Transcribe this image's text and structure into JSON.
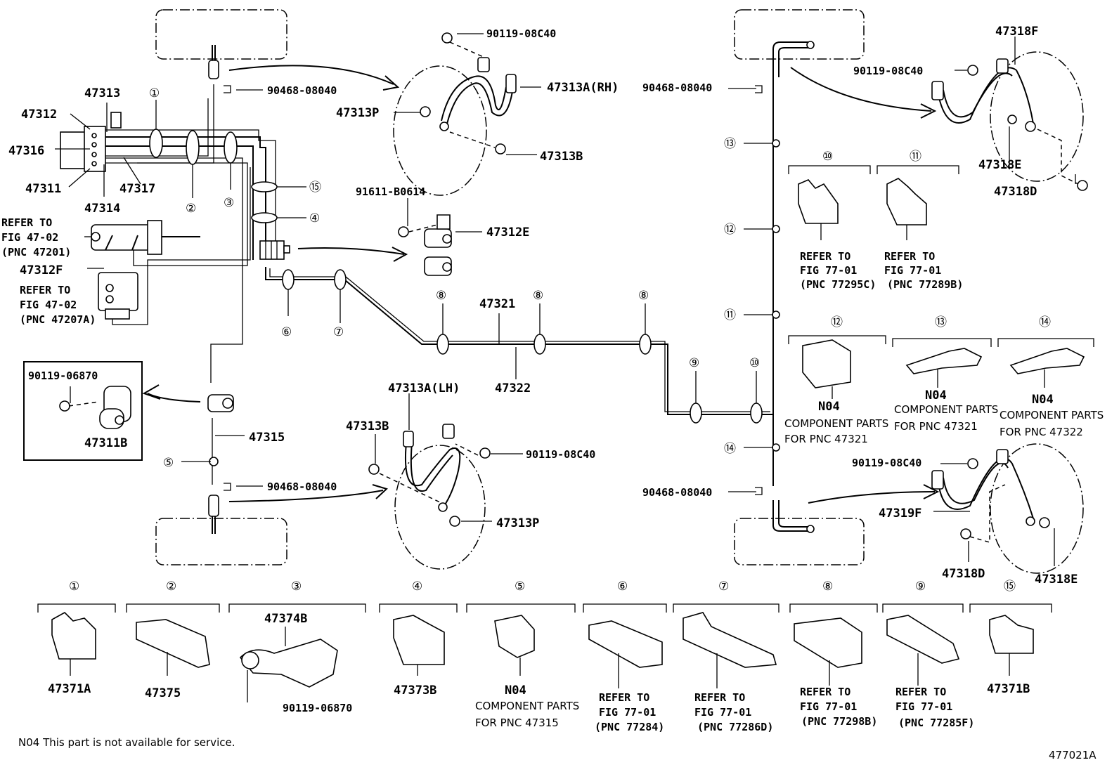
{
  "labels": {
    "p47313": "47313",
    "p47312": "47312",
    "p47316": "47316",
    "p47311": "47311",
    "p47317": "47317",
    "p47314": "47314",
    "refer_fig_47_02_a_l1": "REFER TO",
    "refer_fig_47_02_a_l2": "FIG 47-02",
    "refer_fig_47_02_a_l3": "(PNC 47201)",
    "p47312F": "47312F",
    "refer_fig_47_02_b_l1": "REFER TO",
    "refer_fig_47_02_b_l2": "FIG 47-02",
    "refer_fig_47_02_b_l3": "(PNC 47207A)",
    "box_bolt": "90119-06870",
    "p47311B": "47311B",
    "p47315": "47315",
    "clip_lower_left": "90468-08040",
    "clip_upper_left": "90468-08040",
    "rh_bolt": "90119-08C40",
    "p47313A_RH": "47313A(RH)",
    "p47313P_top": "47313P",
    "p47313B_top": "47313B",
    "bolt_91611": "91611-B0614",
    "p47312E": "47312E",
    "p47321": "47321",
    "p47322": "47322",
    "p47313A_LH": "47313A(LH)",
    "p47313B_bot": "47313B",
    "lh_bolt": "90119-08C40",
    "p47313P_bot": "47313P",
    "clip_upper_right": "90468-08040",
    "clip_lower_right": "90468-08040",
    "p47318F": "47318F",
    "rr_bolt_top": "90119-08C40",
    "p47318E_top": "47318E",
    "p47318D_top": "47318D",
    "rr_bolt_bot": "90119-08C40",
    "p47319F": "47319F",
    "p47318D_bot": "47318D",
    "p47318E_bot": "47318E",
    "ref10_l1": "REFER TO",
    "ref10_l2": "FIG 77-01",
    "ref10_l3": "(PNC 77295C)",
    "ref11_l1": "REFER TO",
    "ref11_l2": "FIG 77-01",
    "ref11_l3": "(PNC 77289B)",
    "n04_12": "N04",
    "comp12_l1": "COMPONENT PARTS",
    "comp12_l2": "FOR PNC 47321",
    "n04_13": "N04",
    "comp13_l1": "COMPONENT PARTS",
    "comp13_l2": "FOR PNC 47321",
    "n04_14": "N04",
    "comp14_l1": "COMPONENT PARTS",
    "comp14_l2": "FOR PNC 47322",
    "b1": "47371A",
    "b2": "47375",
    "b3_top": "47374B",
    "b3_bolt": "90119-06870",
    "b4": "47373B",
    "b5_n04": "N04",
    "b5_l1": "COMPONENT PARTS",
    "b5_l2": "FOR PNC 47315",
    "b6_l1": "REFER TO",
    "b6_l2": "FIG 77-01",
    "b6_l3": "(PNC 77284)",
    "b7_l1": "REFER TO",
    "b7_l2": "FIG 77-01",
    "b7_l3": "(PNC 77286D)",
    "b8_l1": "REFER TO",
    "b8_l2": "FIG 77-01",
    "b8_l3": "(PNC 77298B)",
    "b9_l1": "REFER TO",
    "b9_l2": "FIG 77-01",
    "b9_l3": "(PNC 77285F)",
    "b15": "47371B",
    "footnote": "N04 This part is not available for service.",
    "figure_id": "477021A"
  },
  "callouts": {
    "c1": "①",
    "c2": "②",
    "c3": "③",
    "c4": "④",
    "c5": "⑤",
    "c6": "⑥",
    "c7": "⑦",
    "c8a": "⑧",
    "c8b": "⑧",
    "c8c": "⑧",
    "c9": "⑨",
    "c10": "⑩",
    "c11": "⑪",
    "c12": "⑫",
    "c13": "⑬",
    "c14": "⑭",
    "c15": "⑮",
    "t10": "⑩",
    "t11": "⑪",
    "t12": "⑫",
    "t13": "⑬",
    "t14": "⑭",
    "bb1": "①",
    "bb2": "②",
    "bb3": "③",
    "bb4": "④",
    "bb5": "⑤",
    "bb6": "⑥",
    "bb7": "⑦",
    "bb8": "⑧",
    "bb9": "⑨",
    "bb15": "⑮"
  }
}
